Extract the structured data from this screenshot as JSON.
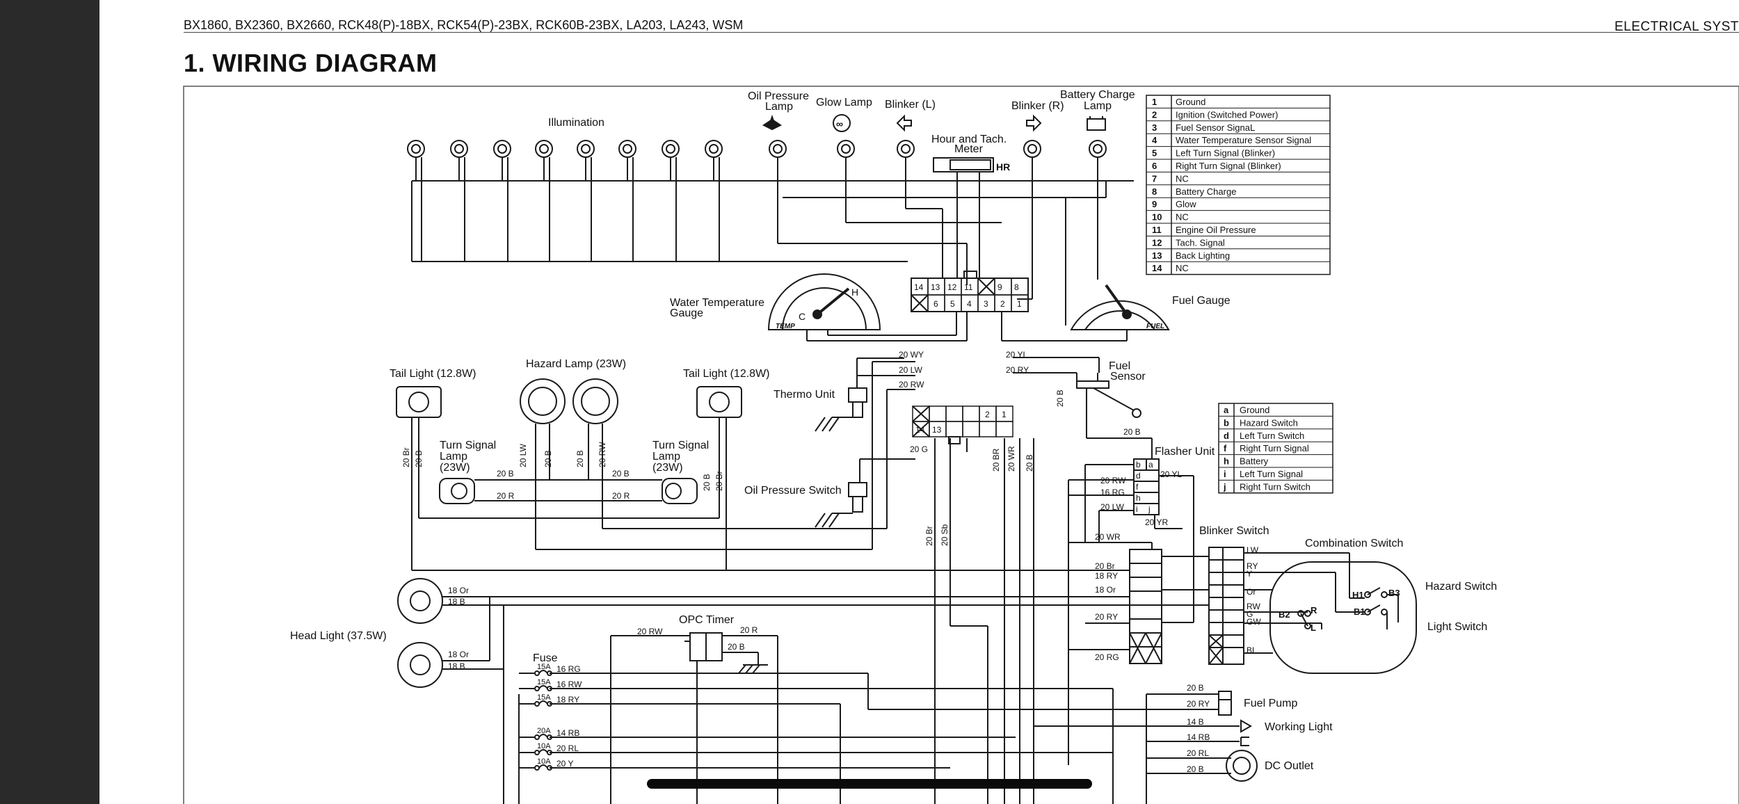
{
  "header": {
    "models": "BX1860,  BX2360,  BX2660,  RCK48(P)-18BX,  RCK54(P)-23BX,  RCK60B-23BX,  LA203,  LA243, WSM",
    "section": "ELECTRICAL  SYST"
  },
  "title": "1.  WIRING  DIAGRAM",
  "colors": {
    "sidebar": "#2a2a2a",
    "line": "#1a1a1a",
    "background": "#ffffff"
  },
  "diagram": {
    "illumination": "Illumination",
    "lamps": {
      "oil_pressure_1": "Oil Pressure",
      "oil_pressure_2": "Lamp",
      "glow": "Glow Lamp",
      "blinker_l": "Blinker (L)",
      "blinker_r": "Blinker (R)",
      "battery_charge_1": "Battery Charge",
      "battery_charge_2": "Lamp",
      "hour_tach_1": "Hour and Tach.",
      "hour_tach_2": "Meter",
      "hr": "HR"
    },
    "gauges": {
      "water_temp_1": "Water Temperature",
      "water_temp_2": "Gauge",
      "fuel": "Fuel Gauge",
      "temp_mark": "TEMP",
      "fuel_mark": "FUEL"
    },
    "meter_connector_top": [
      "14",
      "13",
      "12",
      "11",
      "",
      "9",
      "8"
    ],
    "meter_connector_bottom": [
      "",
      "6",
      "5",
      "4",
      "3",
      "2",
      "1"
    ],
    "meter_pins": [
      {
        "num": "1",
        "label": "Ground"
      },
      {
        "num": "2",
        "label": "Ignition (Switched Power)"
      },
      {
        "num": "3",
        "label": "Fuel Sensor SignaL"
      },
      {
        "num": "4",
        "label": "Water Temperature Sensor Signal"
      },
      {
        "num": "5",
        "label": "Left Turn Signal (Blinker)"
      },
      {
        "num": "6",
        "label": "Right Turn Signal (Blinker)"
      },
      {
        "num": "7",
        "label": "NC"
      },
      {
        "num": "8",
        "label": "Battery Charge"
      },
      {
        "num": "9",
        "label": "Glow"
      },
      {
        "num": "10",
        "label": "NC"
      },
      {
        "num": "11",
        "label": "Engine Oil Pressure"
      },
      {
        "num": "12",
        "label": "Tach. Signal"
      },
      {
        "num": "13",
        "label": "Back Lighting"
      },
      {
        "num": "14",
        "label": "NC"
      }
    ],
    "flasher_pins": [
      {
        "num": "a",
        "label": "Ground"
      },
      {
        "num": "b",
        "label": "Hazard Switch"
      },
      {
        "num": "d",
        "label": "Left Turn Switch"
      },
      {
        "num": "f",
        "label": "Right Turn Signal"
      },
      {
        "num": "h",
        "label": "Battery"
      },
      {
        "num": "i",
        "label": "Left Turn Signal"
      },
      {
        "num": "j",
        "label": "Right Turn Switch"
      }
    ],
    "components": {
      "tail_light_left": "Tail Light (12.8W)",
      "tail_light_right": "Tail Light (12.8W)",
      "hazard_lamp": "Hazard Lamp (23W)",
      "turn_signal_l_1": "Turn Signal",
      "turn_signal_l_2": "Lamp",
      "turn_signal_l_3": "(23W)",
      "turn_signal_r_1": "Turn Signal",
      "turn_signal_r_2": "Lamp",
      "turn_signal_r_3": "(23W)",
      "thermo_unit": "Thermo Unit",
      "oil_pressure_switch": "Oil Pressure Switch",
      "fuel_sensor_1": "Fuel",
      "fuel_sensor_2": "Sensor",
      "flasher_unit": "Flasher Unit",
      "blinker_switch": "Blinker Switch",
      "combination_switch": "Combination Switch",
      "hazard_switch": "Hazard Switch",
      "light_switch": "Light Switch",
      "head_light": "Head Light (37.5W)",
      "opc_timer": "OPC Timer",
      "fuse": "Fuse",
      "fuel_pump": "Fuel Pump",
      "working_light": "Working Light",
      "dc_outlet": "DC Outlet"
    },
    "sensor_connector_top": [
      "",
      "",
      "",
      "",
      "2",
      "1"
    ],
    "sensor_connector_bottom": [
      "14",
      "13",
      "",
      "",
      "",
      ""
    ],
    "wire_labels": {
      "wy": "20 WY",
      "lw": "20 LW",
      "rw": "20 RW",
      "yl": "20 YL",
      "ry": "20 RY",
      "b": "20 B",
      "g": "20 G",
      "br": "20 Br",
      "r": "20 R",
      "rw2": "20 RW",
      "sb": "20 Sb",
      "wr": "20 WR",
      "yr": "20 YR",
      "rg": "20 RG",
      "f_rw": "20 RW",
      "f_rg": "16 RG",
      "f_lw": "20 LW",
      "f_yl": "20 YL",
      "bs_br": "20 Br",
      "bs_ry": "18 RY",
      "bs_or": "18 Or",
      "bs_ry2": "20 RY",
      "hl_or1": "18 Or",
      "hl_b1": "18 B",
      "hl_or2": "18 Or",
      "hl_b2": "18 B",
      "opc_rw": "20 RW",
      "opc_r": "20 R",
      "opc_b": "20 B",
      "fp_b": "20 B",
      "fp_ry": "20 RY",
      "wl_b": "14 B",
      "wl_rb": "14 RB",
      "dc_rl": "20 RL",
      "dc_b": "20 B"
    },
    "fuses": [
      {
        "amp": "15A",
        "wire": "16 RG"
      },
      {
        "amp": "15A",
        "wire": "16 RW"
      },
      {
        "amp": "15A",
        "wire": "18 RY"
      },
      {
        "amp": "20A",
        "wire": "14 RB"
      },
      {
        "amp": "10A",
        "wire": "20 RL"
      },
      {
        "amp": "10A",
        "wire": "20 Y"
      }
    ],
    "switch_labels": {
      "lw": "LW",
      "ry": "RY",
      "y": "Y",
      "or": "Or",
      "rw": "RW",
      "g": "G",
      "gw": "GW",
      "bl": "BL",
      "h1": "H1",
      "b3": "B3",
      "b1": "B1",
      "b2": "B2",
      "r": "R",
      "l": "L"
    }
  }
}
